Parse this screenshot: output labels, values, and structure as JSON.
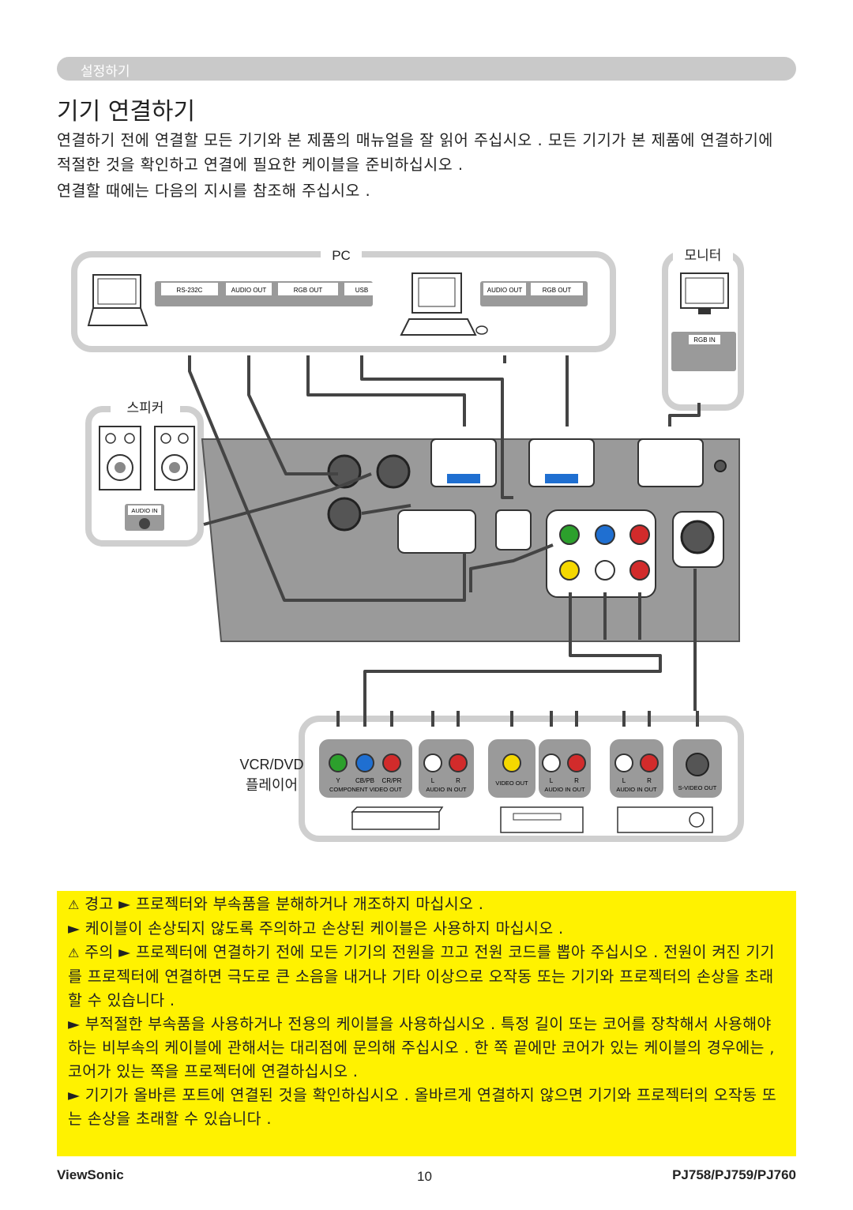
{
  "header": {
    "section_label": "설정하기"
  },
  "title": "기기 연결하기",
  "intro": {
    "paragraph1": "연결하기 전에 연결할 모든 기기와 본 제품의 매뉴얼을 잘 읽어 주십시오 . 모든 기기가 본 제품에 연결하기에 적절한 것을 확인하고 연결에 필요한 케이블을 준비하십시오 .",
    "paragraph2": "연결할 때에는 다음의 지시를 참조해 주십시오 ."
  },
  "diagram": {
    "pc_label": "PC",
    "monitor_label": "모니터",
    "speaker_label": "스피커",
    "vcr_label_line1": "VCR/DVD",
    "vcr_label_line2": "플레이어",
    "ports": {
      "rs232c": "RS-232C",
      "audio_out_1": "AUDIO OUT",
      "rgb_out_1": "RGB OUT",
      "usb": "USB",
      "audio_out_2": "AUDIO OUT",
      "rgb_out_2": "RGB OUT",
      "rgb_in": "RGB IN",
      "audio_in": "AUDIO IN",
      "y": "Y",
      "cb_pb": "CB/PB",
      "cr_pr": "CR/PR",
      "component_video_out": "COMPONENT VIDEO OUT",
      "l_1": "L",
      "r_1": "R",
      "audio_in_out_1": "AUDIO IN OUT",
      "video_out": "VIDEO OUT",
      "l_2": "L",
      "r_2": "R",
      "audio_in_out_2": "AUDIO IN OUT",
      "l_3": "L",
      "r_3": "R",
      "audio_in_out_3": "AUDIO IN OUT",
      "s_video_out": "S-VIDEO OUT"
    },
    "colors": {
      "green": "#2ca02c",
      "blue": "#1f6fd1",
      "red": "#d22b2b",
      "yellow": "#f5d800",
      "panel": "#9a9a9a",
      "frame": "#cfcfcf"
    }
  },
  "warnings": {
    "warning_label": "경고",
    "warning_1": "프로젝터와 부속품을 분해하거나 개조하지 마십시오 .",
    "warning_2": "케이블이 손상되지 않도록 주의하고 손상된 케이블은 사용하지 마십시오 .",
    "caution_label": "주의",
    "caution_1": "프로젝터에 연결하기 전에 모든 기기의 전원을 끄고 전원 코드를 뽑아 주십시오 . 전원이 켜진 기기를 프로젝터에 연결하면 극도로 큰 소음을 내거나 기타 이상으로 오작동 또는 기기와 프로젝터의 손상을 초래할 수 있습니다 .",
    "caution_2": "부적절한 부속품을 사용하거나 전용의 케이블을 사용하십시오 . 특정 길이 또는 코어를 장착해서 사용해야 하는 비부속의 케이블에 관해서는 대리점에 문의해 주십시오 . 한 쪽 끝에만 코어가 있는 케이블의 경우에는 , 코어가 있는 쪽을 프로젝터에 연결하십시오 .",
    "caution_3": "기기가 올바른 포트에 연결된 것을 확인하십시오 . 올바르게 연결하지 않으면 기기와 프로젝터의 오작동 또는 손상을 초래할 수 있습니다 ."
  },
  "footer": {
    "brand": "ViewSonic",
    "page_number": "10",
    "model": "PJ758/PJ759/PJ760"
  }
}
